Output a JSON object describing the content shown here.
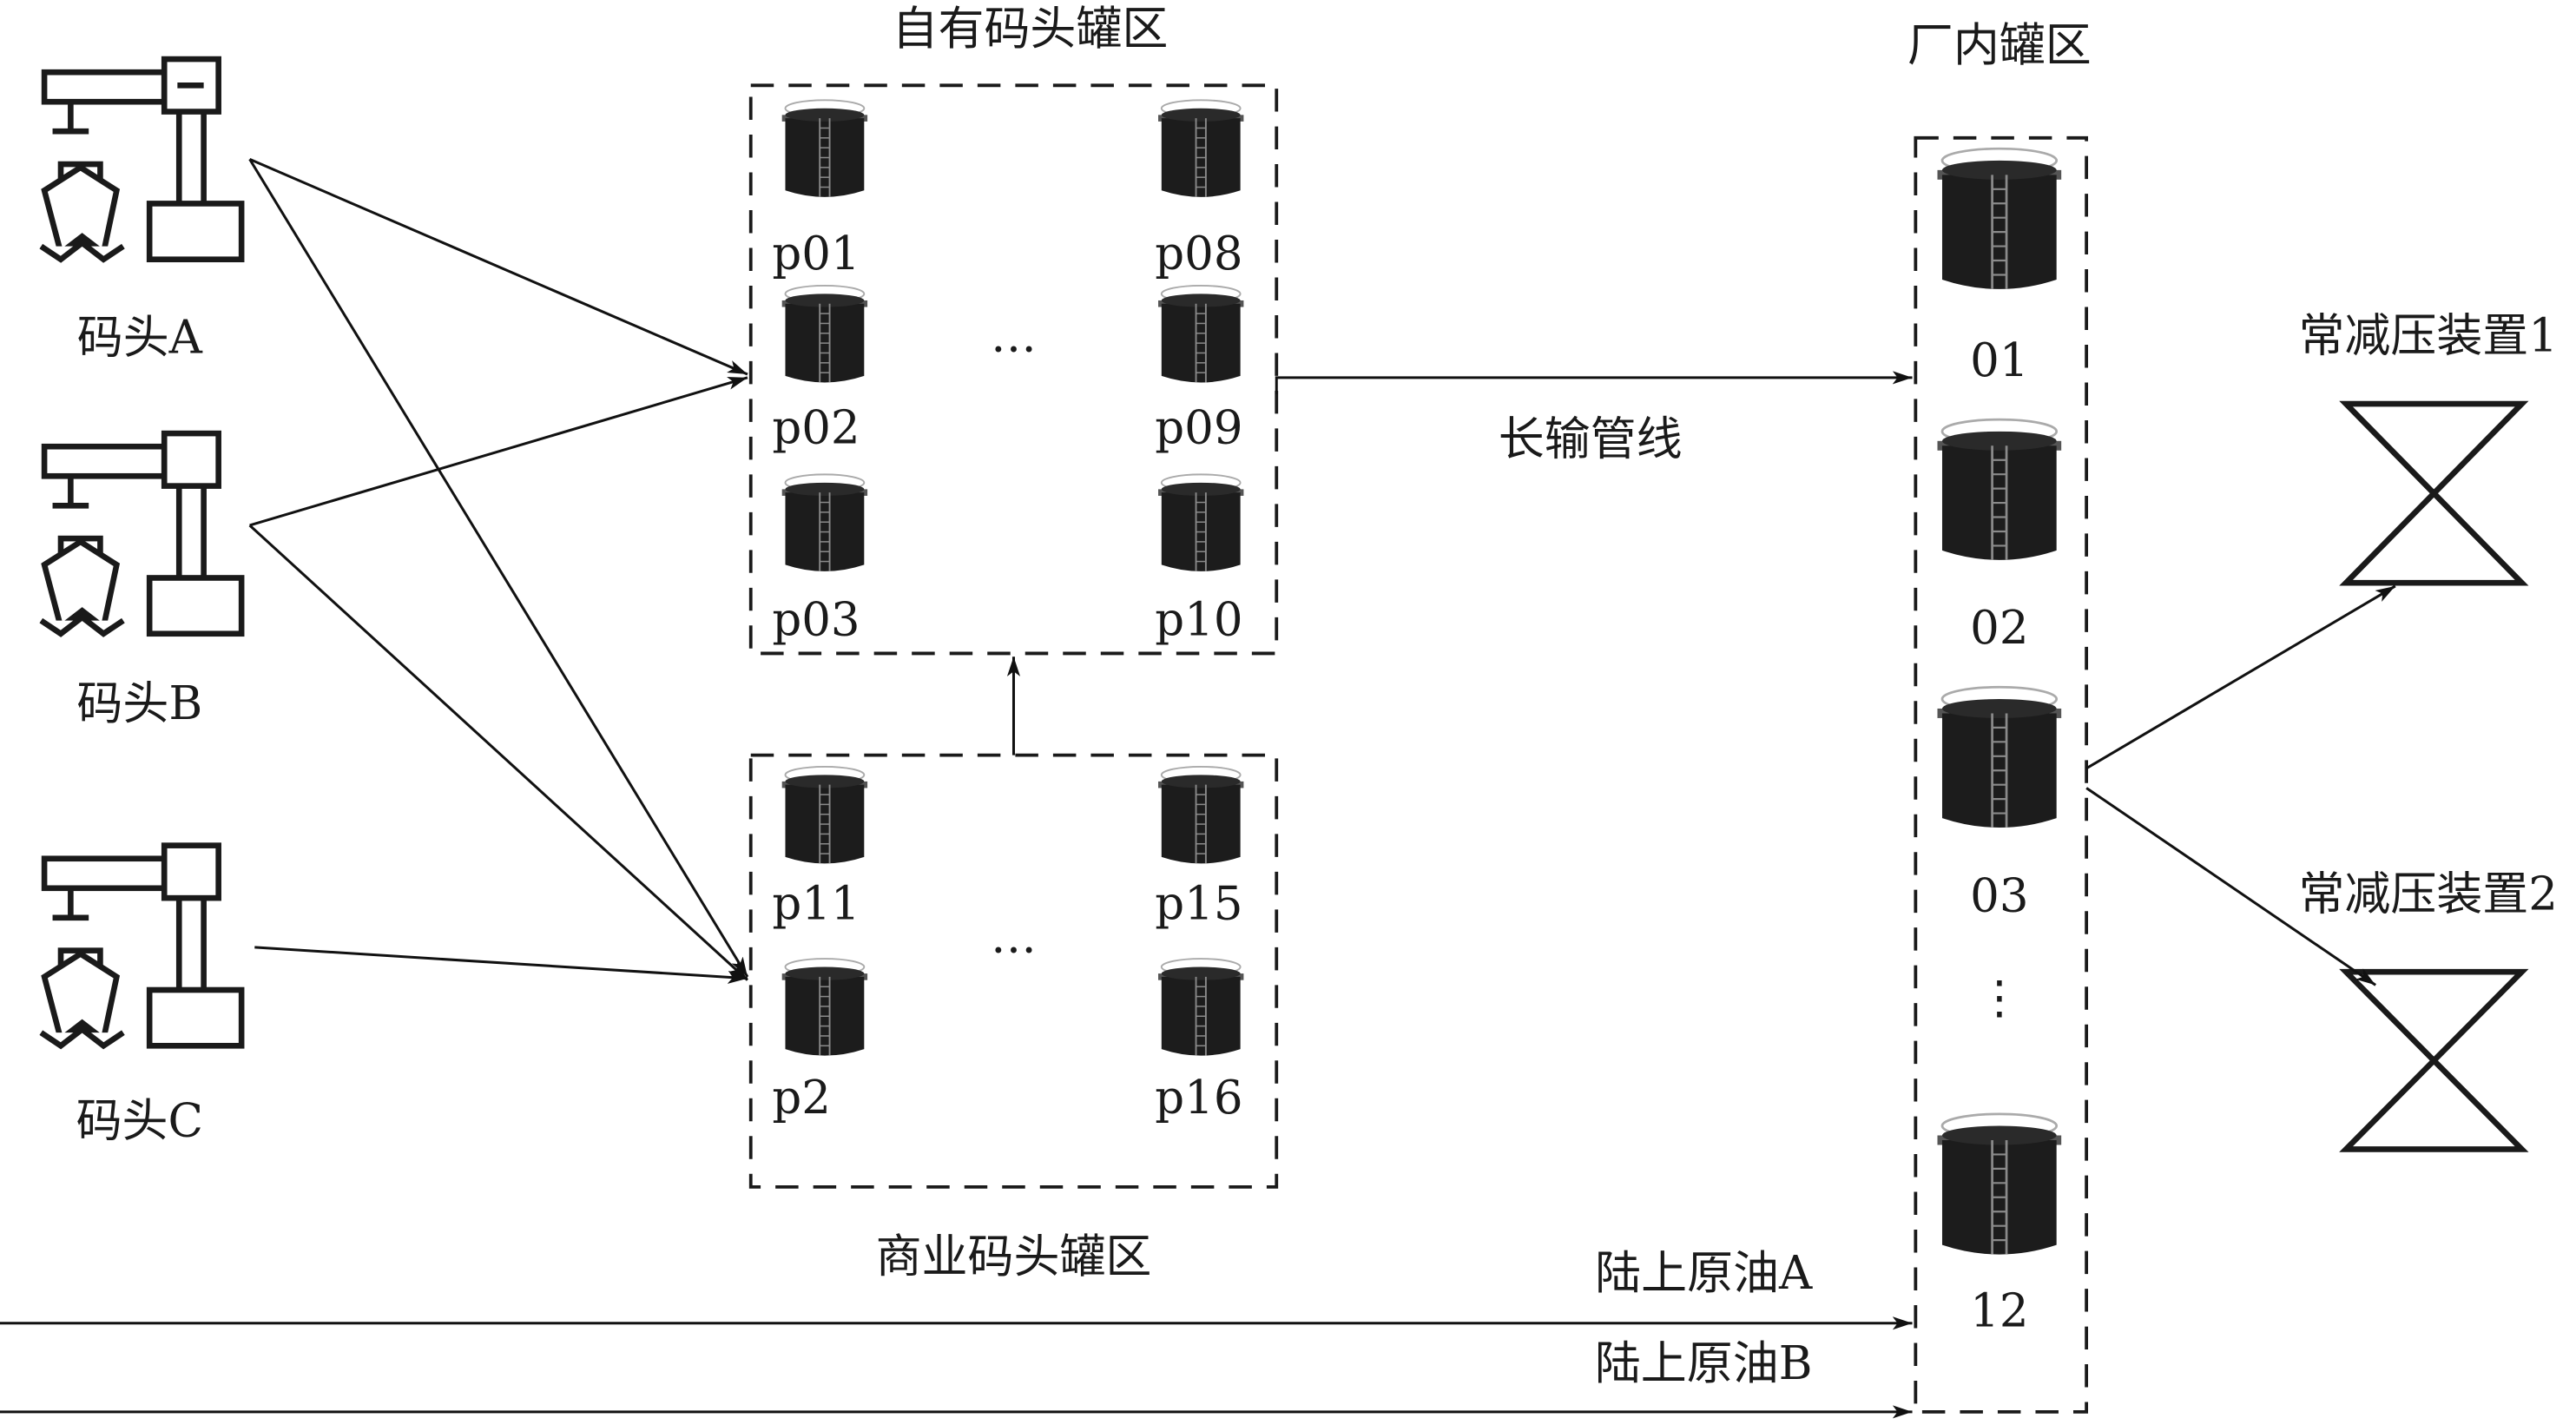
{
  "diagram": {
    "wharves": [
      {
        "id": "A",
        "label": "码头A",
        "has_cabin_mark": true
      },
      {
        "id": "B",
        "label": "码头B",
        "has_cabin_mark": false
      },
      {
        "id": "C",
        "label": "码头C",
        "has_cabin_mark": false
      }
    ],
    "own_wharf_zone": {
      "title": "自有码头罐区",
      "tanks_left": [
        "p01",
        "p02",
        "p03"
      ],
      "tanks_right": [
        "p08",
        "p09",
        "p10"
      ],
      "ellipsis": "…"
    },
    "commercial_wharf_zone": {
      "title": "商业码头罐区",
      "tanks_left": [
        "p11",
        "p2"
      ],
      "tanks_right": [
        "p15",
        "p16"
      ],
      "ellipsis": "…"
    },
    "plant_zone": {
      "title": "厂内罐区",
      "tanks": [
        "01",
        "02",
        "03",
        "12"
      ],
      "ellipsis": "⋮"
    },
    "pipeline_label": "长输管线",
    "units": [
      {
        "label": "常减压装置1"
      },
      {
        "label": "常减压装置2"
      }
    ],
    "land_crude": [
      {
        "label": "陆上原油A"
      },
      {
        "label": "陆上原油B"
      }
    ],
    "flows": [
      {
        "from": "码头A",
        "to": "自有码头罐区"
      },
      {
        "from": "码头A",
        "to": "商业码头罐区"
      },
      {
        "from": "码头B",
        "to": "自有码头罐区"
      },
      {
        "from": "码头B",
        "to": "商业码头罐区"
      },
      {
        "from": "码头C",
        "to": "商业码头罐区"
      },
      {
        "from": "商业码头罐区",
        "to": "自有码头罐区"
      },
      {
        "from": "自有码头罐区",
        "to": "厂内罐区",
        "via": "长输管线"
      },
      {
        "from": "陆上原油A",
        "to": "厂内罐区"
      },
      {
        "from": "陆上原油B",
        "to": "厂内罐区"
      },
      {
        "from": "厂内罐区",
        "to": "常减压装置1"
      },
      {
        "from": "厂内罐区",
        "to": "常减压装置2"
      }
    ]
  }
}
